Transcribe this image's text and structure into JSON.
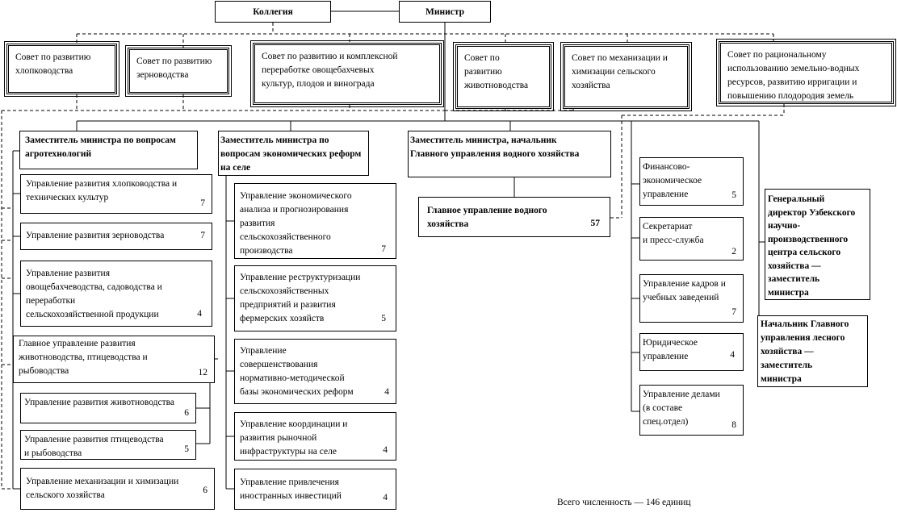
{
  "top": {
    "collegium": "Коллегия",
    "minister": "Министр"
  },
  "councils": [
    "Совет по развитию\nхлопководства",
    "Совет по развитию\nзерноводства",
    "Совет по развитию и комплексной\nпереработке овощебахчевых\nкультур, плодов и винограда",
    "Совет по\nразвитию\nживотноводства",
    "Совет по  механизации и\nхимизации сельского\nхозяйства",
    "Совет по рациональному\nиспользованию земельно-водных\nресурсов, развитию ирригации и\nповышению плодородия земель"
  ],
  "deputies": [
    " Заместитель министра по вопросам\nагротехнологий",
    "Заместитель министра по\nвопросам экономических реформ\nна селе",
    "Заместитель министра, начальник\nГлавного управления водного хозяйства"
  ],
  "agro_units": [
    {
      "name": "Управление развития хлопководства и\nтехнических культур",
      "count": "7"
    },
    {
      "name": "Управление развития зерноводства",
      "count": "7"
    },
    {
      "name": "Управление развития\nовощебахчеводства, садоводства и\nпереработки\nсельскохозяйственной продукции",
      "count": "4"
    },
    {
      "name": "Главное управление развития\nживотноводства, птицеводства и\nрыбоводства",
      "count": "12"
    },
    {
      "name": "Управление развития животноводства",
      "count": "6"
    },
    {
      "name": "Управление развития птицеводства\nи рыбоводства",
      "count": "5"
    },
    {
      "name": "Управление механизации и химизации\nсельского хозяйства",
      "count": "6"
    }
  ],
  "econ_units": [
    {
      "name": "Управление экономического\nанализа и прогнозирования\nразвития\nсельскохозяйственного\nпроизводства",
      "count": "7"
    },
    {
      "name": "Управление реструктуризации\nсельскохозяйственных\nпредприятий и развития\nфермерских хозяйств",
      "count": "5"
    },
    {
      "name": "Управление\nсовершенствования\nнормативно-методической\nбазы экономических реформ",
      "count": "4"
    },
    {
      "name": "Управление координации и\nразвития рыночной\nинфраструктуры на селе",
      "count": "4"
    },
    {
      "name": "Управление привлечения\n иностранных инвестиций",
      "count": "4"
    }
  ],
  "water_unit": {
    "name": "Главное управление водного\nхозяйства",
    "count": "57"
  },
  "minister_units": [
    {
      "name": "Финансово-\nэкономическое\nуправление",
      "count": "5"
    },
    {
      "name": "Секретариат\nи пресс-служба",
      "count": "2"
    },
    {
      "name": "Управление кадров и\nучебных заведений",
      "count": "7"
    },
    {
      "name": "Юридическое\nуправление",
      "count": "4"
    },
    {
      "name": "Управление делами\n    (в составе\nспец.отдел)",
      "count": "8"
    }
  ],
  "directors": [
    "Генеральный\nдиректор Узбекского\nнаучно-\nпроизводственного\nцентра сельского\nхозяйства —\nзаместитель\nминистра",
    "Начальник Главного\nуправления лесного\nхозяйства —\nзаместитель\n министра"
  ],
  "footer": "Всего численность — 146 единиц"
}
